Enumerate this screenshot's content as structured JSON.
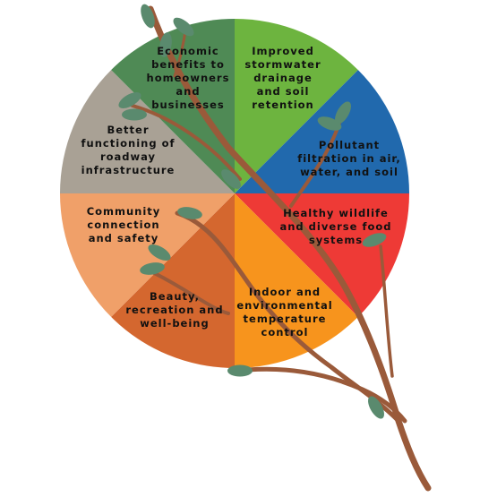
{
  "diagram": {
    "segments": [
      {
        "id": "stormwater",
        "label_lines": [
          "Improved",
          "stormwater",
          "drainage",
          "and soil",
          "retention"
        ],
        "color": "#6db43f"
      },
      {
        "id": "pollutant",
        "label_lines": [
          "Pollutant",
          "filtration in air,",
          "water, and soil"
        ],
        "color": "#2169ad"
      },
      {
        "id": "wildlife",
        "label_lines": [
          "Healthy wildlife",
          "and diverse food",
          "systems"
        ],
        "color": "#ee3a36"
      },
      {
        "id": "temperature",
        "label_lines": [
          "Indoor and",
          "environmental",
          "temperature",
          "control"
        ],
        "color": "#f7941d"
      },
      {
        "id": "beauty",
        "label_lines": [
          "Beauty,",
          "recreation and",
          "well-being"
        ],
        "color": "#d4672f"
      },
      {
        "id": "community",
        "label_lines": [
          "Community",
          "connection",
          "and safety"
        ],
        "color": "#f0a069"
      },
      {
        "id": "roadway",
        "label_lines": [
          "Better",
          "functioning of",
          "roadway",
          "infrastructure"
        ],
        "color": "#a9a195"
      },
      {
        "id": "economic",
        "label_lines": [
          "Economic",
          "benefits to",
          "homeowners",
          "and",
          "businesses"
        ],
        "color": "#4f8a55"
      }
    ],
    "branch_color": "#9a5a3a",
    "leaf_color": "#5a8a6e"
  }
}
